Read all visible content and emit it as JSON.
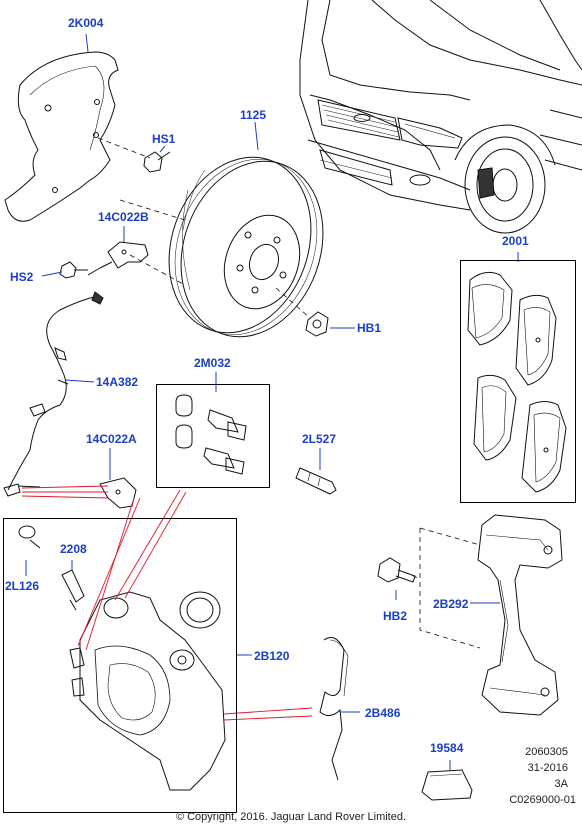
{
  "labels": {
    "shield": "2K004",
    "disc": "1125",
    "bolt_hs1": "HS1",
    "bracket_top": "14C022B",
    "bolt_hs2": "HS2",
    "bolt_hb1": "HB1",
    "pads": "2001",
    "sensor_wire": "14A382",
    "kit": "2M032",
    "pin": "2L527",
    "bracket_low": "14C022A",
    "sensor": "2208",
    "cap": "2L126",
    "caliper": "2B120",
    "bolt_hb2": "HB2",
    "carrier": "2B292",
    "spring": "2B486",
    "grease": "19584"
  },
  "reference": {
    "line1": "2060305",
    "line2": "31-2016",
    "line3": "3A",
    "line4": "C0269000-01"
  },
  "copyright": "© Copyright, 2016. Jaguar Land Rover Limited.",
  "colors": {
    "label": "#1a3ec8",
    "leader": "#1a3ec8",
    "callout_line": "#e0182a",
    "drawing": "#111111"
  }
}
